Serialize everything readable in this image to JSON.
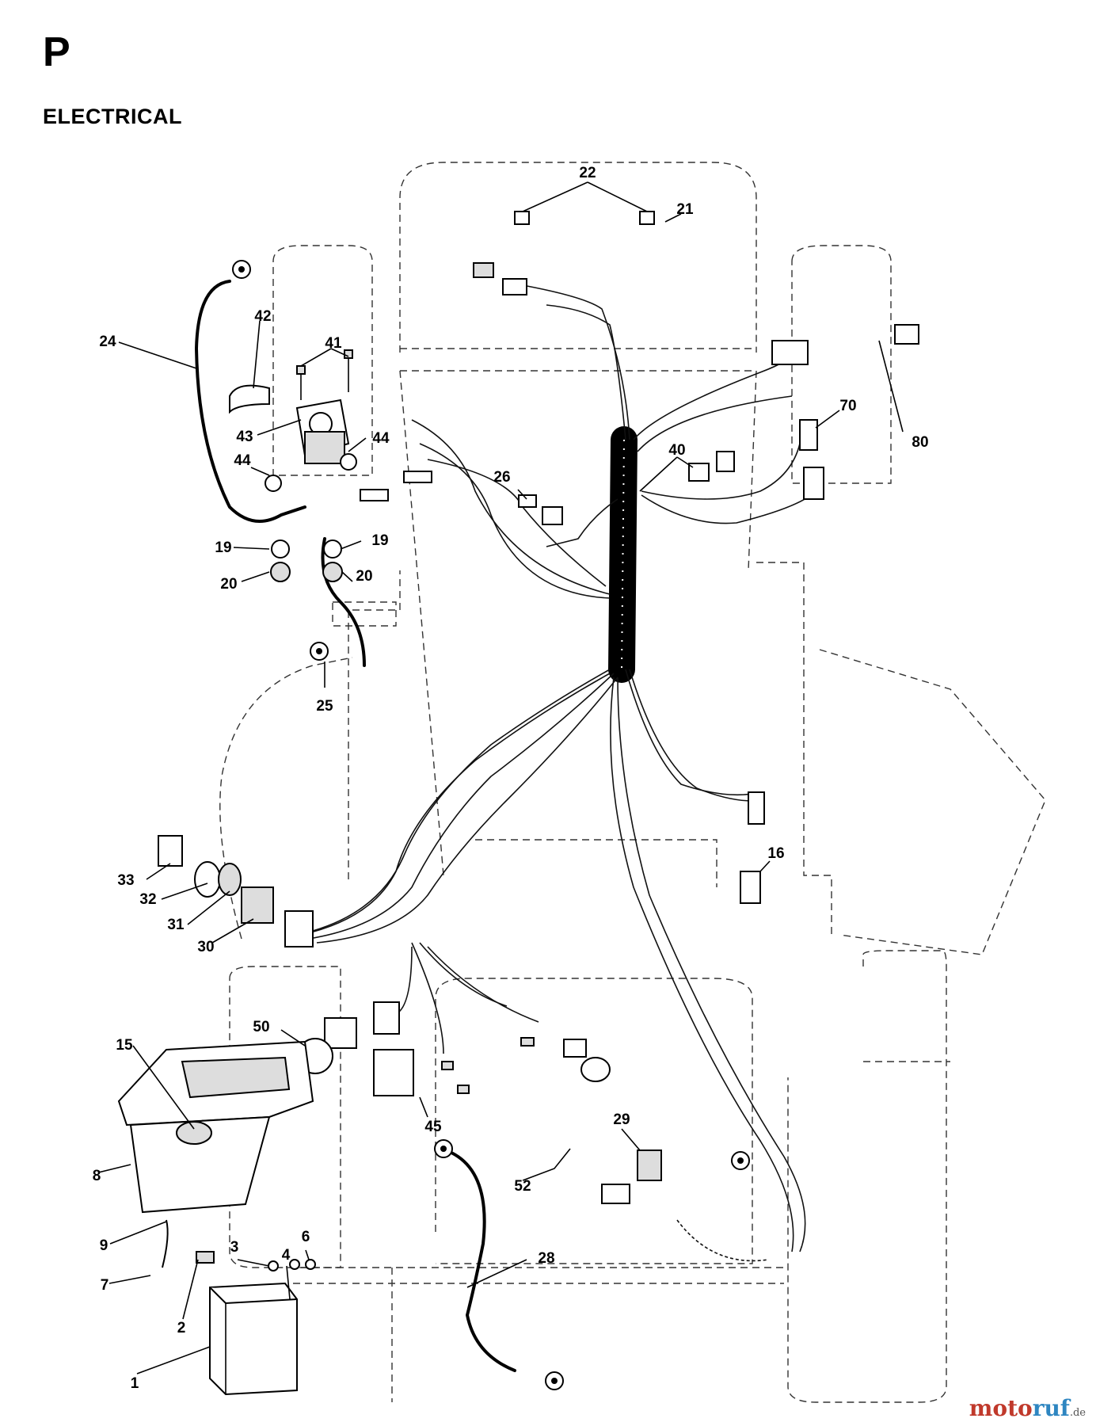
{
  "header": {
    "section_letter": "P",
    "title": "ELECTRICAL"
  },
  "callouts": [
    {
      "id": "c22",
      "text": "22"
    },
    {
      "id": "c21",
      "text": "21"
    },
    {
      "id": "c24",
      "text": "24"
    },
    {
      "id": "c42",
      "text": "42"
    },
    {
      "id": "c41",
      "text": "41"
    },
    {
      "id": "c43",
      "text": "43"
    },
    {
      "id": "c44a",
      "text": "44"
    },
    {
      "id": "c44b",
      "text": "44"
    },
    {
      "id": "c70",
      "text": "70"
    },
    {
      "id": "c80",
      "text": "80"
    },
    {
      "id": "c40",
      "text": "40"
    },
    {
      "id": "c26",
      "text": "26"
    },
    {
      "id": "c19a",
      "text": "19"
    },
    {
      "id": "c19b",
      "text": "19"
    },
    {
      "id": "c20a",
      "text": "20"
    },
    {
      "id": "c20b",
      "text": "20"
    },
    {
      "id": "c25",
      "text": "25"
    },
    {
      "id": "c16",
      "text": "16"
    },
    {
      "id": "c33",
      "text": "33"
    },
    {
      "id": "c32",
      "text": "32"
    },
    {
      "id": "c31",
      "text": "31"
    },
    {
      "id": "c30",
      "text": "30"
    },
    {
      "id": "c50",
      "text": "50"
    },
    {
      "id": "c15",
      "text": "15"
    },
    {
      "id": "c52",
      "text": "52"
    },
    {
      "id": "c45",
      "text": "45"
    },
    {
      "id": "c29",
      "text": "29"
    },
    {
      "id": "c8",
      "text": "8"
    },
    {
      "id": "c4",
      "text": "4"
    },
    {
      "id": "c6",
      "text": "6"
    },
    {
      "id": "c3",
      "text": "3"
    },
    {
      "id": "c9",
      "text": "9"
    },
    {
      "id": "c28",
      "text": "28"
    },
    {
      "id": "c7",
      "text": "7"
    },
    {
      "id": "c2",
      "text": "2"
    },
    {
      "id": "c1",
      "text": "1"
    }
  ],
  "watermark": {
    "part1": "moto",
    "part2": "ruf",
    "tld": ".de"
  }
}
